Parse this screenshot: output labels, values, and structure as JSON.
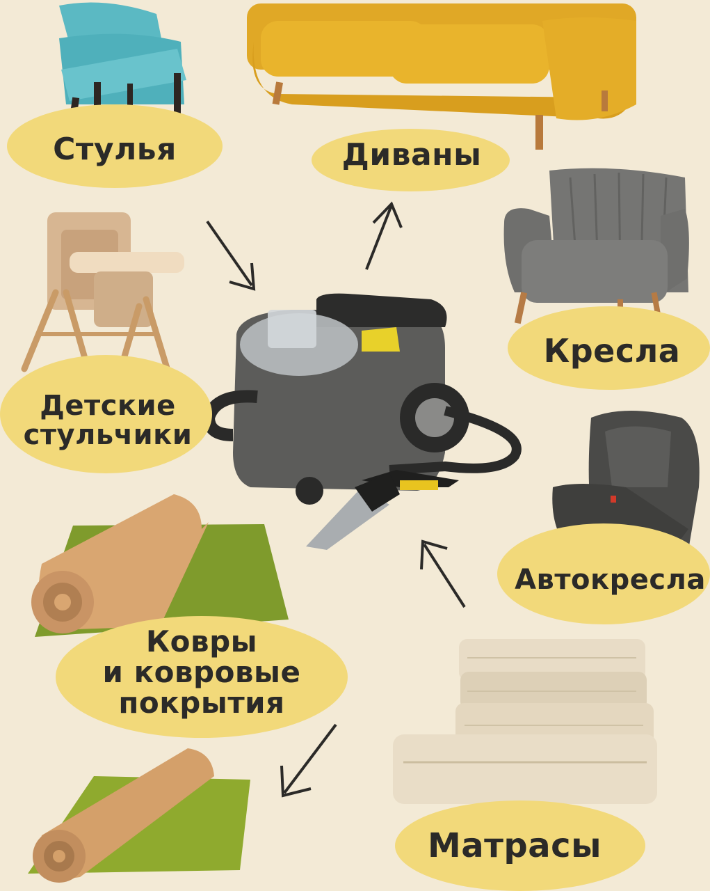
{
  "colors": {
    "background": "#f3ead6",
    "label_blob": "#f2d97a",
    "text": "#2b2a28",
    "accent_yellow": "#e8b21f",
    "machine_gray": "#5a5a58"
  },
  "items": {
    "chairs": "Стулья",
    "sofas": "Диваны",
    "armchairs": "Кресла",
    "high_chairs_line1": "Детские",
    "high_chairs_line2": "стульчики",
    "car_seats": "Автокресла",
    "carpets_line1": "Ковры",
    "carpets_line2": "и ковровые",
    "carpets_line3": "покрытия",
    "mattresses": "Матрасы"
  }
}
